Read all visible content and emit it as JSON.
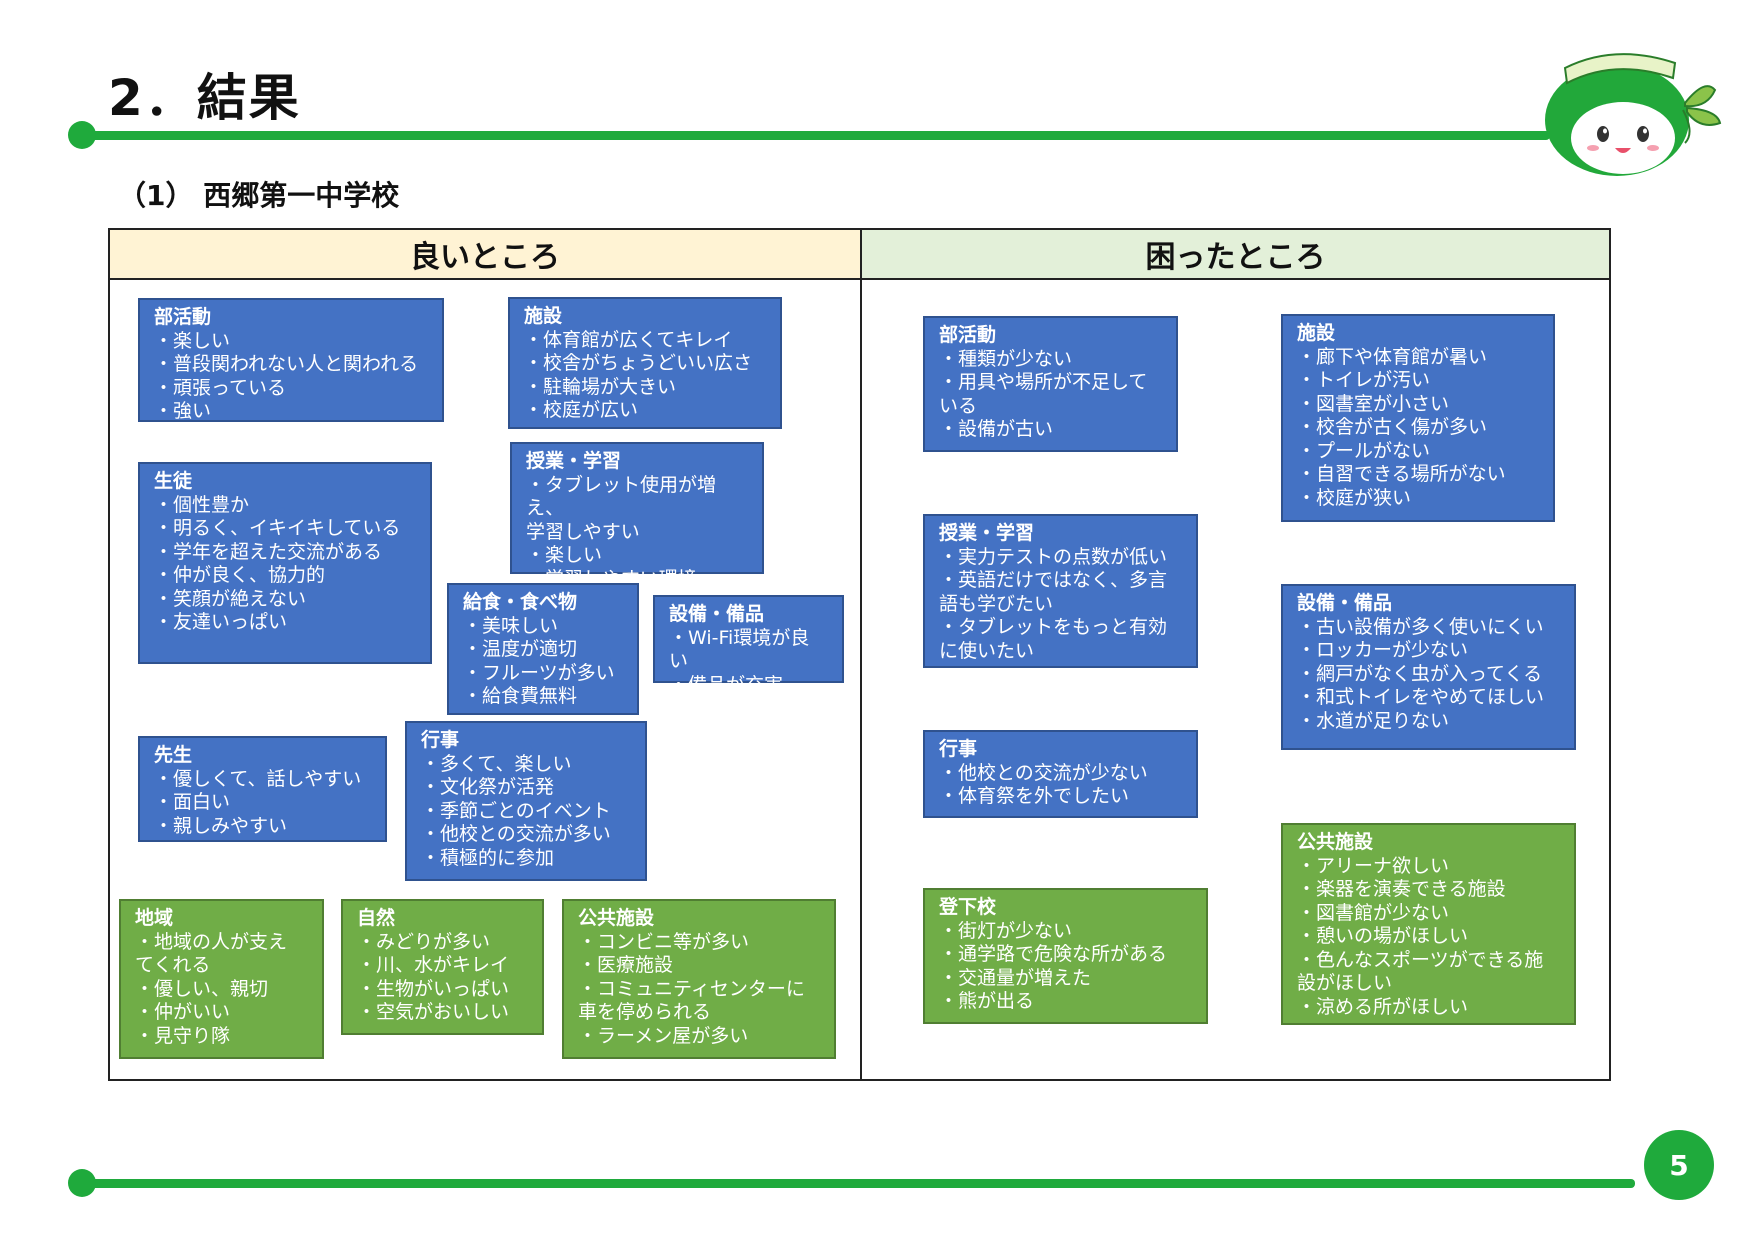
{
  "slide": {
    "title": "2．結果",
    "subtitle": "（1） 西郷第一中学校",
    "page_number": "5"
  },
  "table": {
    "good_header": "良いところ",
    "bad_header": "困ったところ"
  },
  "good_cards": [
    {
      "title": "部活動",
      "items": [
        "・楽しい",
        "・普段関われない人と関われる",
        "・頑張っている",
        "・強い"
      ]
    },
    {
      "title": "施設",
      "items": [
        "・体育館が広くてキレイ",
        "・校舎がちょうどいい広さ",
        "・駐輪場が大きい",
        "・校庭が広い"
      ]
    },
    {
      "title": "授業・学習",
      "items": [
        "・タブレット使用が増え、",
        "学習しやすい",
        "・楽しい",
        "・学習しやすい環境"
      ]
    },
    {
      "title": "生徒",
      "items": [
        "・個性豊か",
        "・明るく、イキイキしている",
        "・学年を超えた交流がある",
        "・仲が良く、協力的",
        "・笑顔が絶えない",
        "・友達いっぱい"
      ]
    },
    {
      "title": "給食・食べ物",
      "items": [
        "・美味しい",
        "・温度が適切",
        "・フルーツが多い",
        "・給食費無料"
      ]
    },
    {
      "title": "設備・備品",
      "items": [
        "・Wi-Fi環境が良い",
        "・備品が充実"
      ]
    },
    {
      "title": "先生",
      "items": [
        "・優しくて、話しやすい",
        "・面白い",
        "・親しみやすい"
      ]
    },
    {
      "title": "行事",
      "items": [
        "・多くて、楽しい",
        "・文化祭が活発",
        "・季節ごとのイベント",
        "・他校との交流が多い",
        "・積極的に参加"
      ]
    },
    {
      "title": "地域",
      "items": [
        "・地域の人が支え",
        "てくれる",
        "・優しい、親切",
        "・仲がいい",
        "・見守り隊"
      ]
    },
    {
      "title": "自然",
      "items": [
        "・みどりが多い",
        "・川、水がキレイ",
        "・生物がいっぱい",
        "・空気がおいしい"
      ]
    },
    {
      "title": "公共施設",
      "items": [
        "・コンビニ等が多い",
        "・医療施設",
        "・コミュニティセンターに",
        "車を停められる",
        "・ラーメン屋が多い"
      ]
    }
  ],
  "bad_cards": [
    {
      "title": "部活動",
      "items": [
        "・種類が少ない",
        "・用具や場所が不足して",
        "いる",
        "・設備が古い"
      ]
    },
    {
      "title": "施設",
      "items": [
        "・廊下や体育館が暑い",
        "・トイレが汚い",
        "・図書室が小さい",
        "・校舎が古く傷が多い",
        "・プールがない",
        "・自習できる場所がない",
        "・校庭が狭い"
      ]
    },
    {
      "title": "授業・学習",
      "items": [
        "・実力テストの点数が低い",
        "・英語だけではなく、多言",
        "語も学びたい",
        "・タブレットをもっと有効",
        "に使いたい"
      ]
    },
    {
      "title": "設備・備品",
      "items": [
        "・古い設備が多く使いにくい",
        "・ロッカーが少ない",
        "・網戸がなく虫が入ってくる",
        "・和式トイレをやめてほしい",
        "・水道が足りない"
      ]
    },
    {
      "title": "行事",
      "items": [
        "・他校との交流が少ない",
        "・体育祭を外でしたい"
      ]
    },
    {
      "title": "登下校",
      "items": [
        "・街灯が少ない",
        "・通学路で危険な所がある",
        "・交通量が増えた",
        "・熊が出る"
      ]
    },
    {
      "title": "公共施設",
      "items": [
        "・アリーナ欲しい",
        "・楽器を演奏できる施設",
        "・図書館が少ない",
        "・憩いの場がほしい",
        "・色んなスポーツができる施",
        "設がほしい",
        "・涼める所がほしい"
      ]
    }
  ],
  "colors": {
    "accent_green": "#1faa3c",
    "card_blue": "#4472c4",
    "card_green": "#70ad47",
    "good_header_bg": "#fff3d4",
    "bad_header_bg": "#e3f0d9"
  }
}
